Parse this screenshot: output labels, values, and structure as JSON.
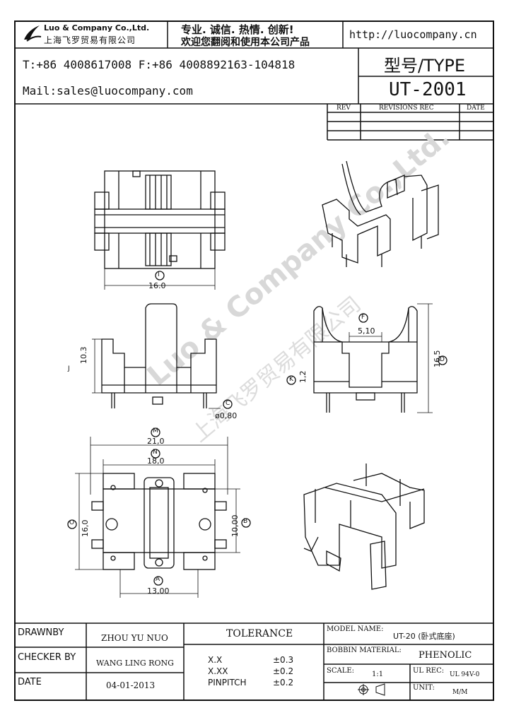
{
  "header": {
    "company_en": "Luo & Company Co.,Ltd.",
    "company_cn": "上海飞罗贸易有限公司",
    "slogan_line1": "专业. 诚信. 热情. 创新!",
    "slogan_line2": "欢迎您翻阅和使用本公司产品",
    "website": "http://luocompany.cn",
    "phone_fax": "T:+86 4008617008 F:+86 4008892163-104818",
    "mail": "Mail:sales@luocompany.com",
    "type_label": "型号/TYPE",
    "type_value": "UT-2001"
  },
  "revisions": {
    "col_rev": "REV",
    "col_rec": "REVISIONS REC",
    "col_date": "DATE"
  },
  "dimensions": {
    "d_16": "16.0",
    "d_I": "I",
    "d_J": "J",
    "d_10_3": "10.3",
    "d_C": "C",
    "d_080": "ø0,80",
    "d_F": "F",
    "d_5_10": "5,10",
    "d_K": "K",
    "d_1_2": "1,2",
    "d_16_5": "16,5",
    "d_D": "D",
    "d_M": "M",
    "d_21": "21,0",
    "d_N": "N",
    "d_18": "18,0",
    "d_O": "O",
    "d_16_0": "16,0",
    "d_10_00": "10,00",
    "d_B": "B",
    "d_A": "A",
    "d_13_00": "13,00"
  },
  "watermark": {
    "text_en": "Luo & Company Co.,Ltd.",
    "text_cn": "上海飞罗贸易有限公司"
  },
  "title_block": {
    "drawnby_label": "DRAWNBY",
    "drawnby_value": "ZHOU YU NUO",
    "checker_label": "CHECKER BY",
    "checker_value": "WANG LING RONG",
    "date_label": "DATE",
    "date_value": "04-01-2013",
    "tolerance_label": "TOLERANCE",
    "tol_xx_label": "X.X",
    "tol_xx_value": "±0.3",
    "tol_xxx_label": "X.XX",
    "tol_xxx_value": "±0.2",
    "tol_pin_label": "PINPITCH",
    "tol_pin_value": "±0.2",
    "model_label": "MODEL NAME:",
    "model_value": "UT-20 (卧式底座)",
    "bobbin_label": "BOBBIN MATERIAL:",
    "bobbin_value": "PHENOLIC",
    "scale_label": "SCALE:",
    "scale_value": "1:1",
    "ul_label": "UL REC:",
    "ul_value": "UL 94V-0",
    "unit_label": "UNIT:",
    "unit_value": "M/M"
  }
}
